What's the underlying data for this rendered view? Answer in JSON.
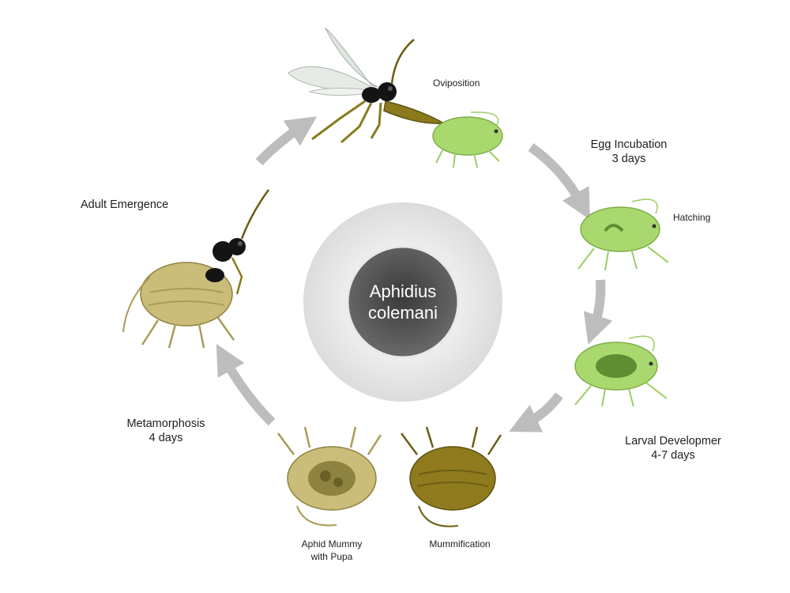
{
  "center": {
    "line1": "Aphidius",
    "line2": "colemani"
  },
  "stages": {
    "oviposition": {
      "label": "Oviposition"
    },
    "egg_incubation": {
      "label": "Egg Incubation",
      "duration": "3 days"
    },
    "hatching": {
      "label": "Hatching"
    },
    "larval_development": {
      "label": "Larval Developmer",
      "duration": "4-7 days"
    },
    "mummification": {
      "label": "Mummification"
    },
    "aphid_mummy_pupa": {
      "label_line1": "Aphid Mummy",
      "label_line2": "with Pupa"
    },
    "metamorphosis": {
      "label": "Metamorphosis",
      "duration": "4 days"
    },
    "adult_emergence": {
      "label": "Adult Emergence"
    }
  },
  "colors": {
    "arrow": "#bdbdbd",
    "aphid_green": "#a9d86e",
    "mummy_olive": "#8f7a1d",
    "pupa_tan": "#c9bd79",
    "wasp_black": "#141414",
    "wasp_amber": "#8a7a1c",
    "center_dark": "#545454"
  },
  "icons": [
    "wasp-icon",
    "aphid-icon",
    "mummy-icon",
    "cycle-arrow-icon"
  ]
}
